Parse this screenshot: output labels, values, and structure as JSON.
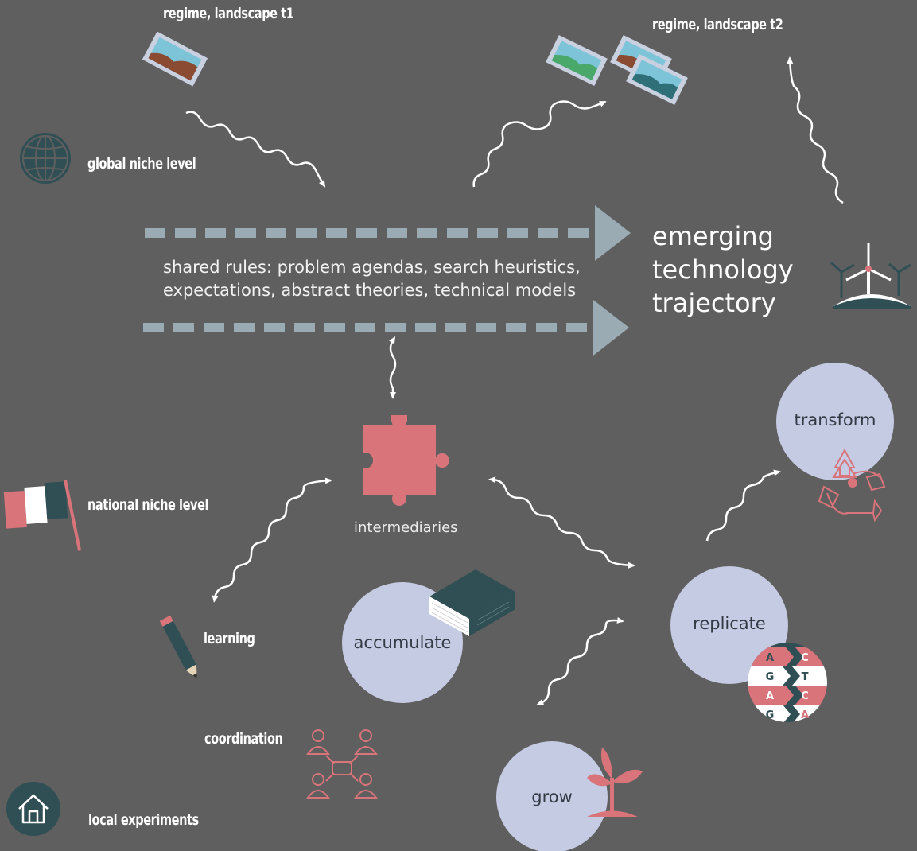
{
  "labels": {
    "regime_t1": "regime, landscape t1",
    "regime_t2": "regime, landscape t2",
    "global_niche": "global niche level",
    "national_niche": "national niche level",
    "learning": "learning",
    "coordination": "coordination",
    "local_experiments": "local experiments",
    "intermediaries": "intermediaries",
    "shared_rules_line1": "shared rules: problem agendas, search heuristics,",
    "shared_rules_line2": "expectations, abstract theories, technical models",
    "emerging_line1": "emerging",
    "emerging_line2": "technology",
    "emerging_line3": "trajectory"
  },
  "circles": {
    "transform": "transform",
    "replicate": "replicate",
    "accumulate": "accumulate",
    "grow": "grow"
  },
  "dna": {
    "row1": [
      "A",
      "C"
    ],
    "row2": [
      "G",
      "T"
    ],
    "row3": [
      "A",
      "C"
    ],
    "row4": [
      "G",
      "A"
    ]
  },
  "colors": {
    "background": "#5f5f5f",
    "arrow": "#9aabb3",
    "circle": "#c5cbe3",
    "accent_pink": "#d9747b",
    "dark_teal": "#2f4f55"
  },
  "icons": [
    "globe-icon",
    "flag-icon",
    "pencil-icon",
    "network-people-icon",
    "home-icon",
    "puzzle-icon",
    "book-icon",
    "recycle-icon",
    "dna-icon",
    "sprout-icon",
    "wind-turbine-icon",
    "landscape-photo-icon"
  ]
}
